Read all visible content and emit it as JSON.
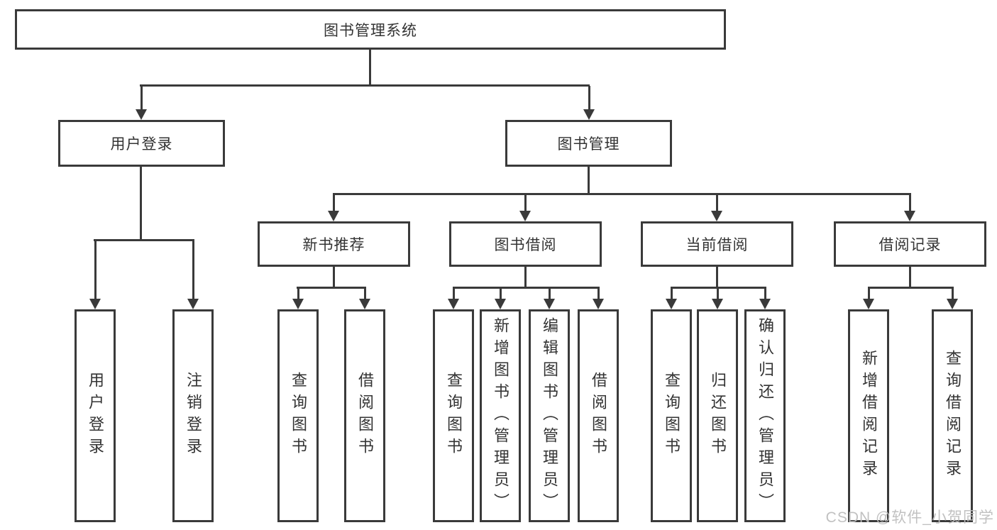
{
  "diagram": {
    "root": "图书管理系统",
    "level1": {
      "user_login": "用户登录",
      "book_management": "图书管理"
    },
    "level2": {
      "new_book": "新书推荐",
      "book_borrow": "图书借阅",
      "current_borrow": "当前借阅",
      "borrow_records": "借阅记录"
    },
    "leaves": {
      "user_login": "用户登录",
      "logout": "注销登录",
      "nb_query_book": "查询图书",
      "nb_borrow_book": "借阅图书",
      "bb_query_book": "查询图书",
      "bb_add_book": "新增图书（管理员）",
      "bb_edit_book": "编辑图书（管理员）",
      "bb_borrow_book": "借阅图书",
      "cb_query_book": "查询图书",
      "cb_return_book": "归还图书",
      "cb_confirm_return": "确认归还（管理员）",
      "rec_add_record": "新增借阅记录",
      "rec_query_record": "查询借阅记录"
    }
  },
  "watermark": "CSDN @软件_小贺同学",
  "colors": {
    "line": "#3a3a3a",
    "text": "#333333",
    "watermark": "#bebebe",
    "background": "#ffffff"
  }
}
